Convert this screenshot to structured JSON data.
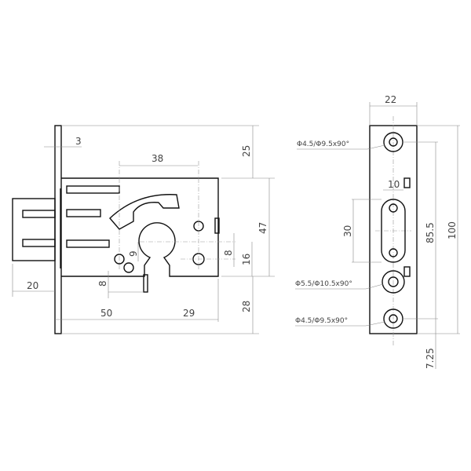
{
  "front_view": {
    "dimensions": {
      "faceplate_thickness": "3",
      "top_offset": "25",
      "cam_distance": "38",
      "body_height": "47",
      "hole_spacing": "8",
      "hole_offset": "16",
      "bottom_offset": "28",
      "bolt_projection": "20",
      "backset": "50",
      "rear_length": "29",
      "small_offset_8": "8",
      "small_offset_9": "9"
    }
  },
  "strike_view": {
    "dimensions": {
      "width": "22",
      "slot_length": "30",
      "slot_width": "10",
      "hole_spacing": "85.5",
      "height": "100",
      "end_offset": "7.25"
    },
    "callouts": {
      "top_hole": "Φ4.5/Φ9.5x90°",
      "middle_hole": "Φ5.5/Φ10.5x90°",
      "bottom_hole": "Φ4.5/Φ9.5x90°"
    }
  }
}
